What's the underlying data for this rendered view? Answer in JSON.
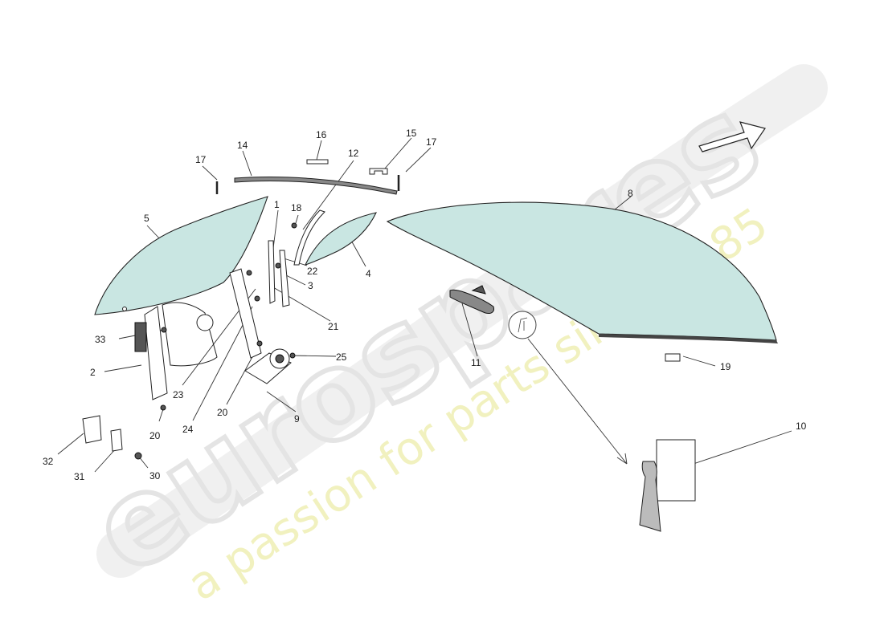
{
  "watermark": {
    "brand": "eurospares",
    "tagline": "a passion for parts since 1985"
  },
  "labels": {
    "p1": "1",
    "p2": "2",
    "p3": "3",
    "p4": "4",
    "p5": "5",
    "p8": "8",
    "p9": "9",
    "p10": "10",
    "p11": "11",
    "p12": "12",
    "p14": "14",
    "p15": "15",
    "p16": "16",
    "p17a": "17",
    "p17b": "17",
    "p18": "18",
    "p19": "19",
    "p20a": "20",
    "p20b": "20",
    "p21": "21",
    "p22": "22",
    "p23": "23",
    "p24": "24",
    "p25": "25",
    "p30": "30",
    "p31": "31",
    "p32": "32",
    "p33": "33"
  },
  "colors": {
    "glass": "#c9e6e2",
    "line": "#222222",
    "watermark": "#e4e4e4",
    "tagline": "#f1f1bf"
  },
  "icons": {
    "direction": "arrow-up-right-icon"
  }
}
